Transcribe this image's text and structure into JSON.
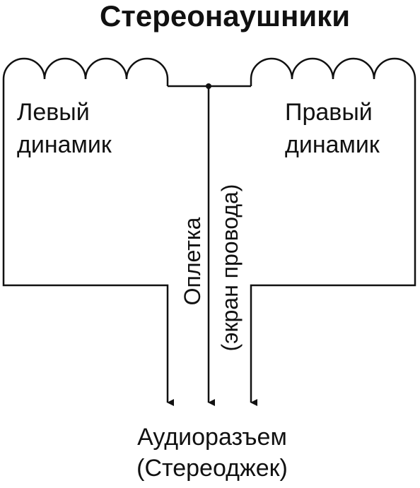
{
  "title": "Стереонаушники",
  "left_speaker": {
    "line1": "Левый",
    "line2": "динамик"
  },
  "right_speaker": {
    "line1": "Правый",
    "line2": "динамик"
  },
  "shield": {
    "line1": "Оплетка",
    "line2": "(экран провода)"
  },
  "connector": {
    "line1": "Аудиоразъем",
    "line2": "(Стереоджек)"
  },
  "colors": {
    "ink": "#111111",
    "background": "#ffffff"
  }
}
